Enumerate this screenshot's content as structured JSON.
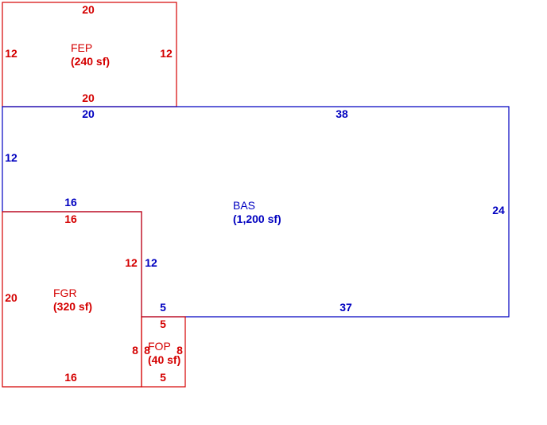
{
  "colors": {
    "red": "#d40000",
    "blue": "#0000c0"
  },
  "areas": {
    "fep": {
      "name": "FEP",
      "size": "(240 sf)",
      "top": "20",
      "bottom": "20",
      "left": "12",
      "right": "12"
    },
    "bas": {
      "name": "BAS",
      "size": "(1,200 sf)",
      "top_left": "20",
      "top_right": "38",
      "left": "12",
      "right": "24",
      "inner_top": "16",
      "inner_side": "12",
      "bottom_left": "5",
      "bottom_right": "37"
    },
    "fgr": {
      "name": "FGR",
      "size": "(320 sf)",
      "top": "16",
      "left": "20",
      "right": "12",
      "bottom": "16",
      "lower_right": "8"
    },
    "fop": {
      "name": "FOP",
      "size": "(40 sf)",
      "top": "5",
      "left": "8",
      "right": "8",
      "bottom": "5"
    }
  }
}
